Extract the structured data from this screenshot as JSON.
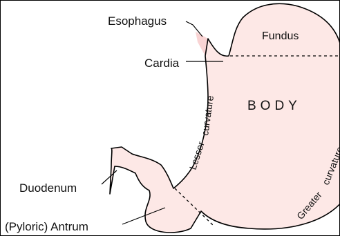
{
  "diagram": {
    "labels": {
      "esophagus": "Esophagus",
      "fundus": "Fundus",
      "cardia": "Cardia",
      "body": "BODY",
      "lesser_curvature_1": "Lesser",
      "lesser_curvature_2": "curvature",
      "greater_curvature_1": "Greater",
      "greater_curvature_2": "curvature",
      "duodenum": "Duodenum",
      "antrum": "(Pyloric) Antrum"
    },
    "colors": {
      "fill": "#fde8e6",
      "outline": "#000000",
      "text": "#111111",
      "esophagus_fill": "#f9d4d4"
    }
  }
}
